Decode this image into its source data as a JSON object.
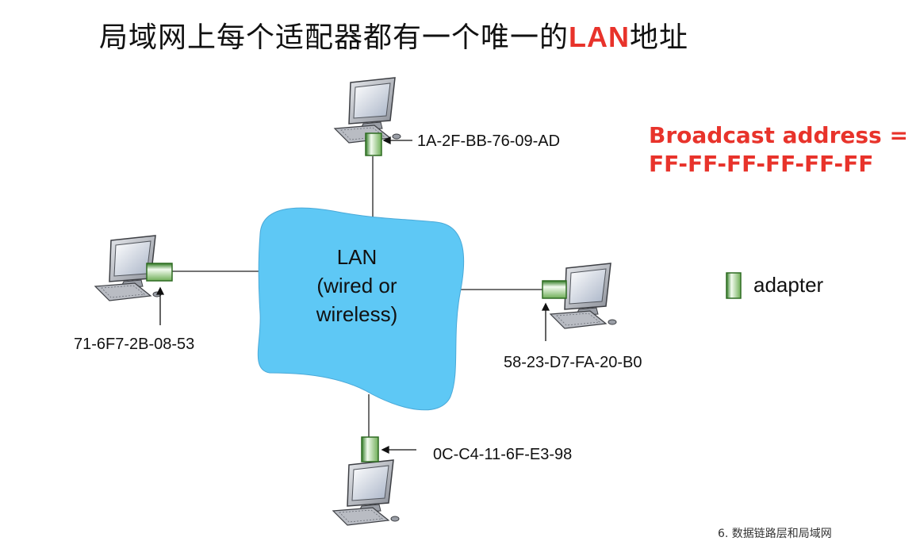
{
  "title": {
    "prefix": "局域网上每个适配器都有一个唯一的",
    "highlight": "LAN",
    "suffix": "地址"
  },
  "lan": {
    "line1": "LAN",
    "line2": "(wired or",
    "line3": "wireless)"
  },
  "addresses": {
    "top": "1A-2F-BB-76-09-AD",
    "left": "71-6F7-2B-08-53",
    "right": "58-23-D7-FA-20-B0",
    "bottom": "0C-C4-11-6F-E3-98"
  },
  "broadcast": {
    "line1": "Broadcast address =",
    "line2": "FF-FF-FF-FF-FF-FF"
  },
  "legend": {
    "label": "adapter"
  },
  "footer": {
    "text": "6. 数据链路层和局域网"
  },
  "colors": {
    "highlight": "#e8332b",
    "lan_cloud": "#5ec8f5",
    "adapter_fill": "#dcefd0",
    "adapter_border": "#3a7f2c"
  }
}
